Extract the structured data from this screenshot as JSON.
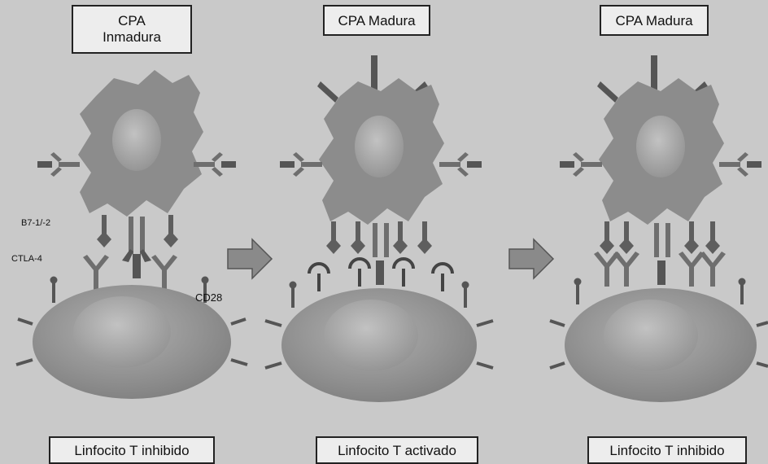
{
  "panels": [
    {
      "apc_label_1": "CPA",
      "apc_label_2": "Inmadura",
      "tcell_label": "Linfocito T inhibido"
    },
    {
      "apc_label_1": "CPA Madura",
      "apc_label_2": "",
      "tcell_label": "Linfocito T activado"
    },
    {
      "apc_label_1": "CPA Madura",
      "apc_label_2": "",
      "tcell_label": "Linfocito T inhibido"
    }
  ],
  "molecule_labels": {
    "b7": "B7-1/-2",
    "ctla4": "CTLA-4",
    "cd28": "CD28"
  },
  "colors": {
    "background": "#c9c9c9",
    "cell_fill": "#8c8c8c",
    "receptor_fill": "#6e6e6e",
    "arrow_fill": "#8a8a8a"
  }
}
